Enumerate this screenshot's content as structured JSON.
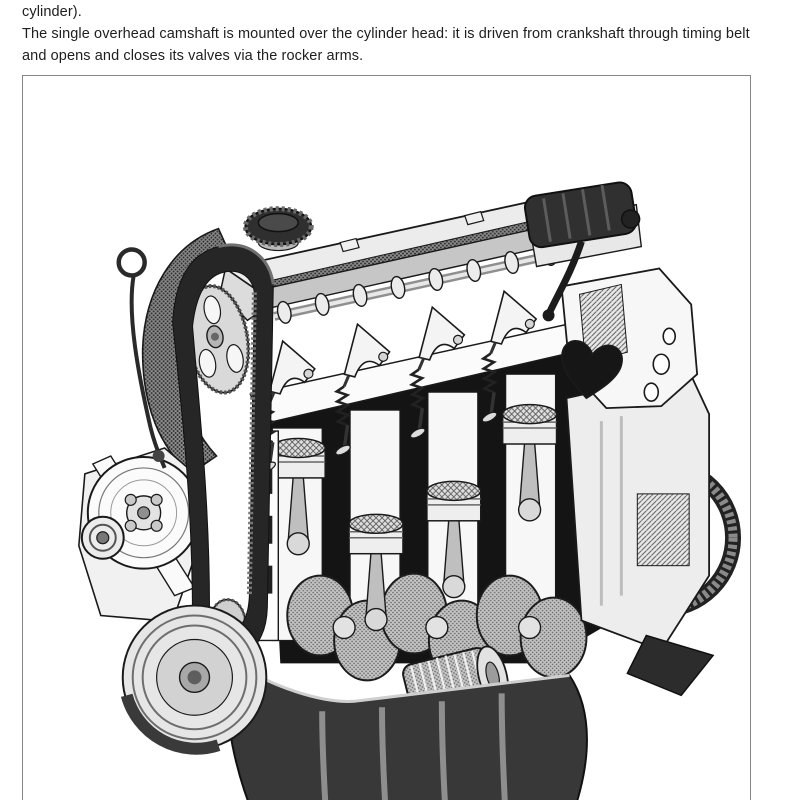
{
  "document": {
    "paragraph_fragment": "cylinder).",
    "paragraph_line1": "The single overhead camshaft is mounted over the cylinder head: it is driven from crankshaft through timing belt",
    "paragraph_line2": "and opens and closes its valves via the rocker arms."
  },
  "figure": {
    "description": "Cutaway illustration of a four-cylinder single overhead camshaft engine",
    "border_color": "#868686",
    "ink_color": "#1a1a1a",
    "paper_color": "#ffffff"
  }
}
